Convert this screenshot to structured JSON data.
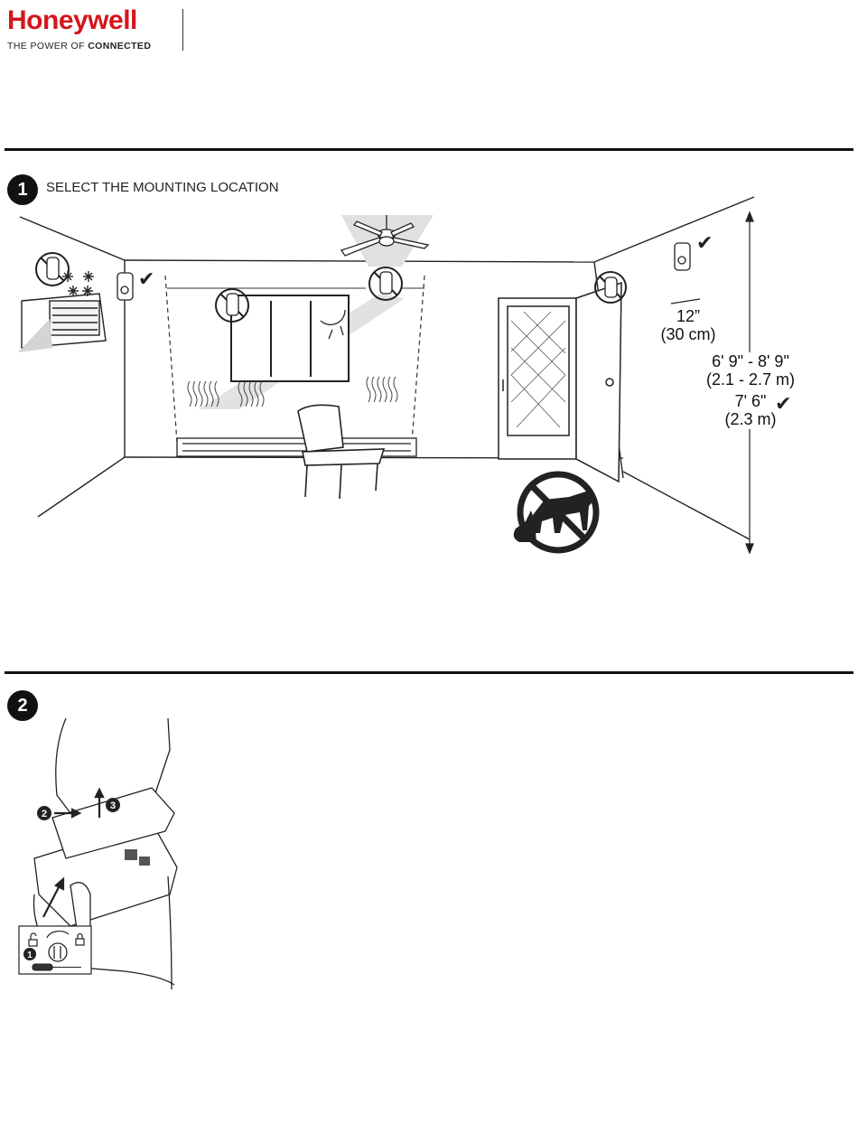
{
  "header": {
    "brand": "Honeywell",
    "tagline_prefix": "THE POWER OF ",
    "tagline_bold": "CONNECTED",
    "brand_color": "#d4161c"
  },
  "step1": {
    "number": "1",
    "title": "SELECT THE MOUNTING LOCATION",
    "offset_line1": "12”",
    "offset_line2": "(30 cm)",
    "height_range_line1": "6' 9\" - 8' 9\"",
    "height_range_line2": "(2.1 - 2.7 m)",
    "recommended_line1": "7' 6\"",
    "recommended_line2": "(2.3 m)",
    "check_glyph": "✔"
  },
  "step2": {
    "number": "2",
    "callout_1": "1",
    "callout_2": "2",
    "callout_3": "3"
  },
  "icons": [
    "no-sensor-icon",
    "snowflake-icon",
    "check-icon",
    "ceiling-fan-icon",
    "sun-icon",
    "no-pets-icon",
    "lock-icon",
    "unlock-icon",
    "screwdriver-icon"
  ]
}
